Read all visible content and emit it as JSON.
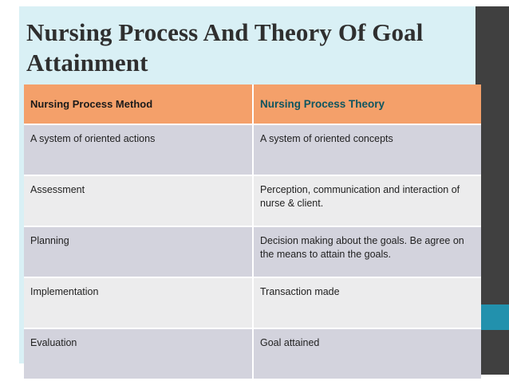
{
  "slide": {
    "title": "Nursing Process And Theory Of Goal Attainment",
    "background_color": "#d9f0f5",
    "accent_color": "#2291ad",
    "sidebar_color": "#404040"
  },
  "table": {
    "header": {
      "col1": "Nursing Process Method",
      "col2": "Nursing Process Theory",
      "bg_color": "#f4a06a",
      "col2_text_color": "#0d5560"
    },
    "rows": [
      {
        "method": "A system of oriented actions",
        "theory": "A system of oriented concepts"
      },
      {
        "method": "Assessment",
        "theory": "Perception, communication and interaction of nurse & client."
      },
      {
        "method": "Planning",
        "theory": "Decision making about the goals. Be agree on the means to attain the goals."
      },
      {
        "method": "Implementation",
        "theory": "Transaction made"
      },
      {
        "method": "Evaluation",
        "theory": "Goal attained"
      }
    ]
  }
}
